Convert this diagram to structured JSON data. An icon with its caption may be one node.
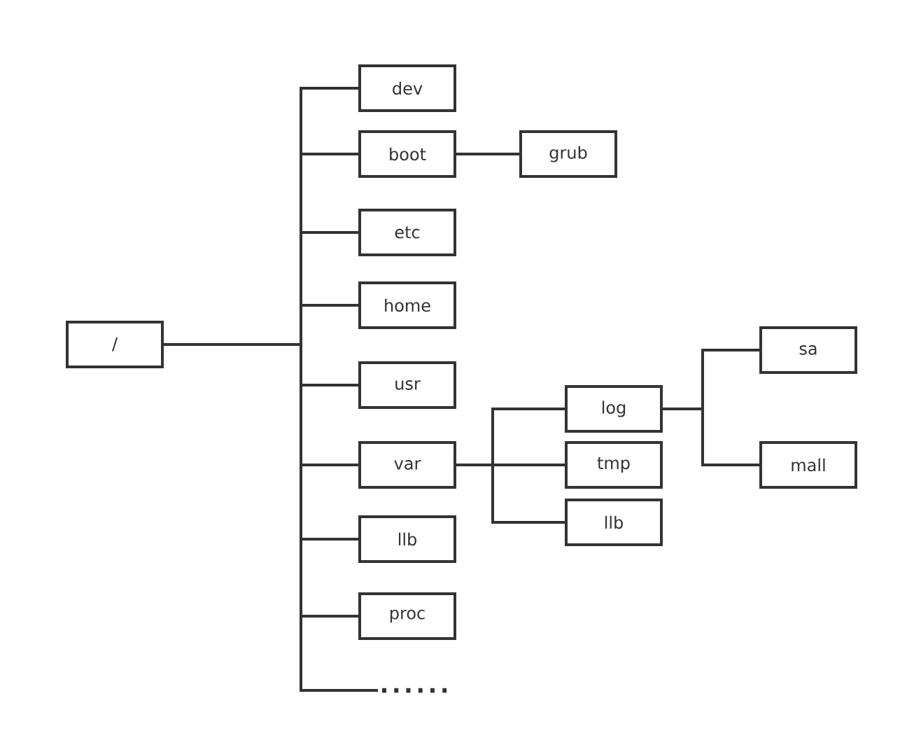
{
  "diagram": {
    "nodes": [
      {
        "text": [
          "/"
        ]
      },
      {
        "text": [
          "dev"
        ]
      },
      {
        "text": [
          "boot"
        ]
      },
      {
        "text": [
          "grub"
        ]
      },
      {
        "text": [
          "etc"
        ]
      },
      {
        "text": [
          "home"
        ]
      },
      {
        "text": [
          "usr"
        ]
      },
      {
        "text": [
          "var"
        ]
      },
      {
        "text": [
          "log"
        ]
      },
      {
        "text": [
          "sa"
        ]
      },
      {
        "text": [
          "mall"
        ]
      },
      {
        "text": [
          "tmp"
        ]
      },
      {
        "text": [
          "llb"
        ]
      },
      {
        "text": [
          "llb"
        ]
      },
      {
        "text": [
          "proc"
        ]
      },
      {
        "text": [
          "......"
        ]
      }
    ],
    "edges": [
      {
        "from": 0,
        "to": 1,
        "arrow": "none"
      },
      {
        "from": 0,
        "to": 2,
        "arrow": "none"
      },
      {
        "from": 2,
        "to": 3,
        "arrow": "none"
      },
      {
        "from": 0,
        "to": 4,
        "arrow": "none"
      },
      {
        "from": 0,
        "to": 5,
        "arrow": "none"
      },
      {
        "from": 0,
        "to": 6,
        "arrow": "none"
      },
      {
        "from": 0,
        "to": 7,
        "arrow": "none"
      },
      {
        "from": 7,
        "to": 8,
        "arrow": "none"
      },
      {
        "from": 8,
        "to": 9,
        "arrow": "none"
      },
      {
        "from": 8,
        "to": 10,
        "arrow": "none"
      },
      {
        "from": 7,
        "to": 11,
        "arrow": "none"
      },
      {
        "from": 7,
        "to": 12,
        "arrow": "none"
      },
      {
        "from": 0,
        "to": 13,
        "arrow": "none"
      },
      {
        "from": 0,
        "to": 14,
        "arrow": "none"
      },
      {
        "from": 0,
        "to": 15,
        "arrow": "none"
      }
    ]
  }
}
